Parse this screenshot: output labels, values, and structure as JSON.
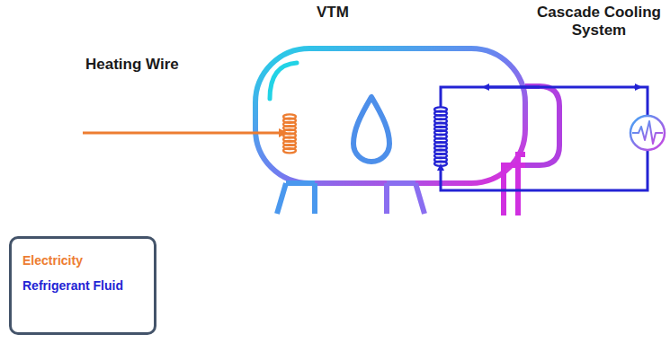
{
  "diagram": {
    "labels": [
      "Heating Wire",
      "VTM",
      "Cascade Cooling System"
    ],
    "legend": [
      {
        "text": "Electricity",
        "color": "#ED7D31"
      },
      {
        "text": "Refrigerant Fluid",
        "color": "#2323D4"
      }
    ]
  }
}
